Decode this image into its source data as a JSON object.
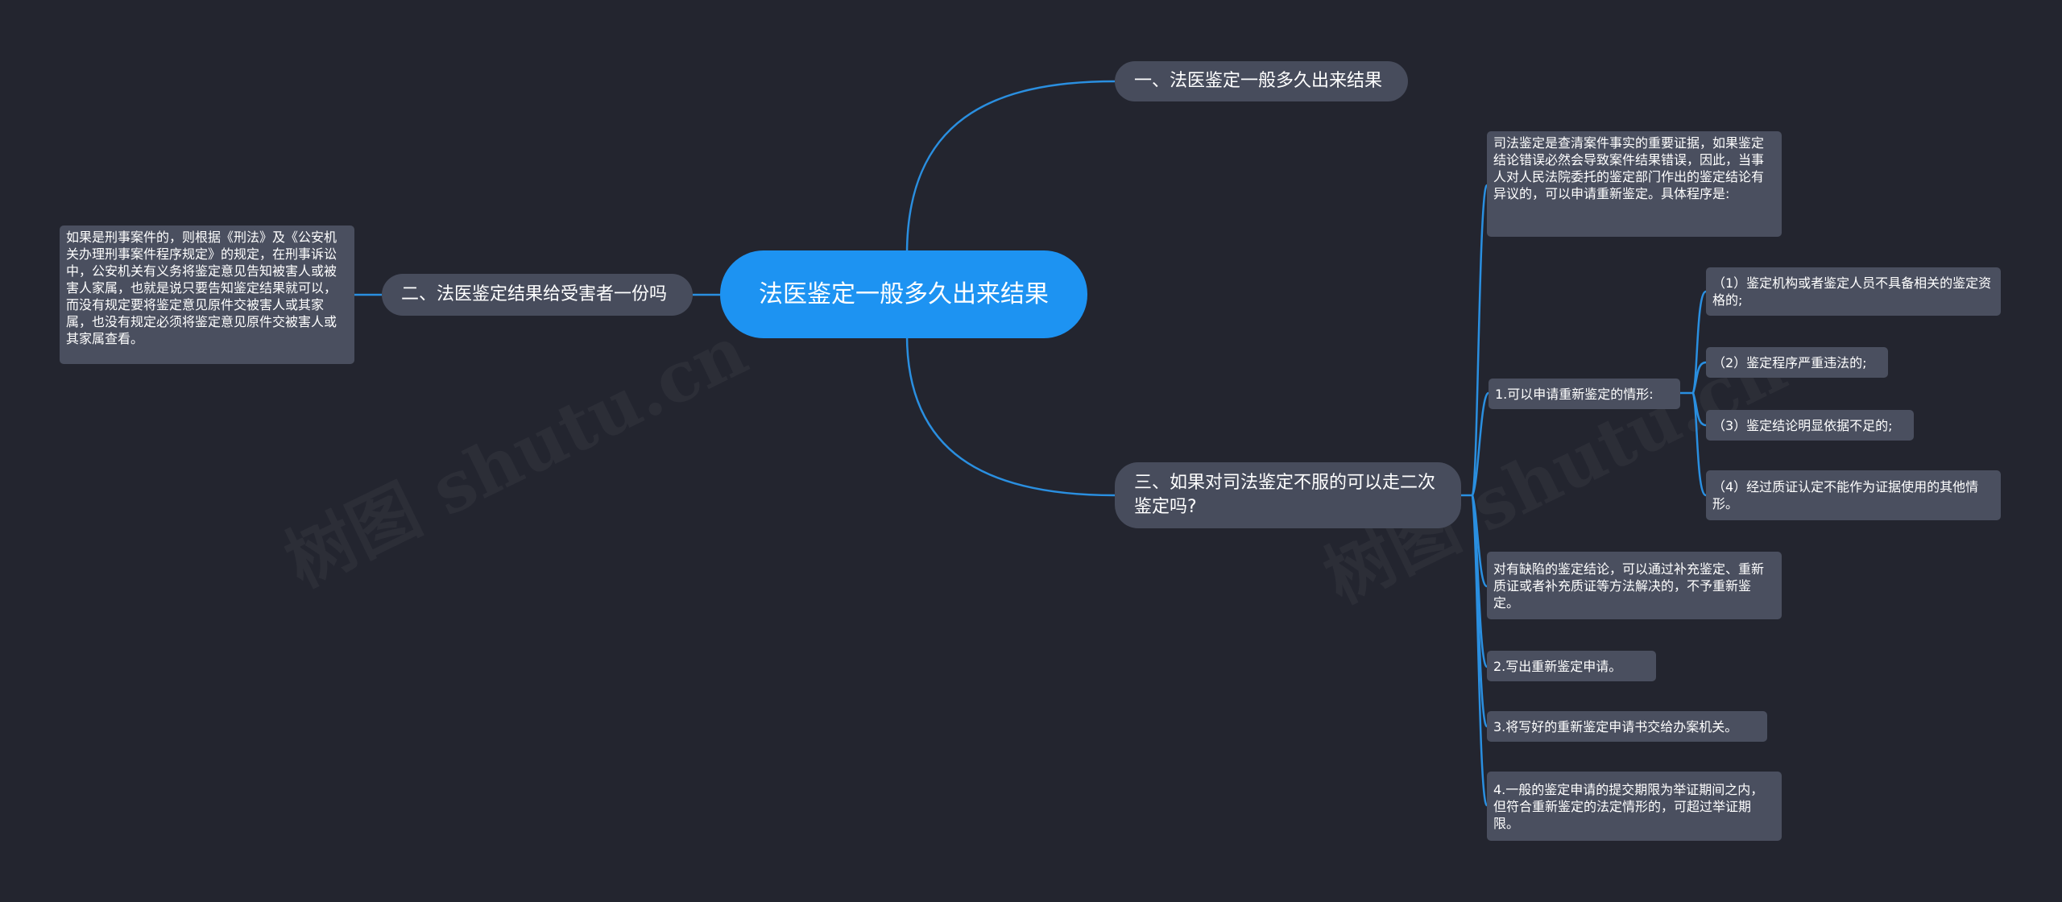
{
  "watermark": "树图 shutu.cn",
  "colors": {
    "background": "#23252f",
    "root": "#1d93f2",
    "branch": "#474c5c",
    "leaf": "#4a4f5f",
    "line": "#2a8fe0"
  },
  "root": {
    "label": "法医鉴定一般多久出来结果"
  },
  "branches": [
    {
      "label": "一、法医鉴定一般多久出来结果"
    },
    {
      "label": "二、法医鉴定结果给受害者一份吗"
    },
    {
      "label": "三、如果对司法鉴定不服的可以走二次鉴定吗?"
    }
  ],
  "branch2_detail": "如果是刑事案件的，则根据《刑法》及《公安机关办理刑事案件程序规定》的规定，在刑事诉讼中，公安机关有义务将鉴定意见告知被害人或被害人家属，也就是说只要告知鉴定结果就可以，而没有规定要将鉴定意见原件交被害人或其家属，也没有规定必须将鉴定意见原件交被害人或其家属查看。",
  "branch3_children": [
    {
      "label": "司法鉴定是查清案件事实的重要证据，如果鉴定结论错误必然会导致案件结果错误，因此，当事人对人民法院委托的鉴定部门作出的鉴定结论有异议的，可以申请重新鉴定。具体程序是:"
    },
    {
      "label": "1.可以申请重新鉴定的情形:"
    },
    {
      "label": "对有缺陷的鉴定结论，可以通过补充鉴定、重新质证或者补充质证等方法解决的，不予重新鉴定。"
    },
    {
      "label": "2.写出重新鉴定申请。"
    },
    {
      "label": "3.将写好的重新鉴定申请书交给办案机关。"
    },
    {
      "label": "4.一般的鉴定申请的提交期限为举证期间之内，但符合重新鉴定的法定情形的，可超过举证期限。"
    }
  ],
  "situations": [
    {
      "label": "（1）鉴定机构或者鉴定人员不具备相关的鉴定资格的;"
    },
    {
      "label": "（2）鉴定程序严重违法的;"
    },
    {
      "label": "（3）鉴定结论明显依据不足的;"
    },
    {
      "label": "（4）经过质证认定不能作为证据使用的其他情形。"
    }
  ]
}
